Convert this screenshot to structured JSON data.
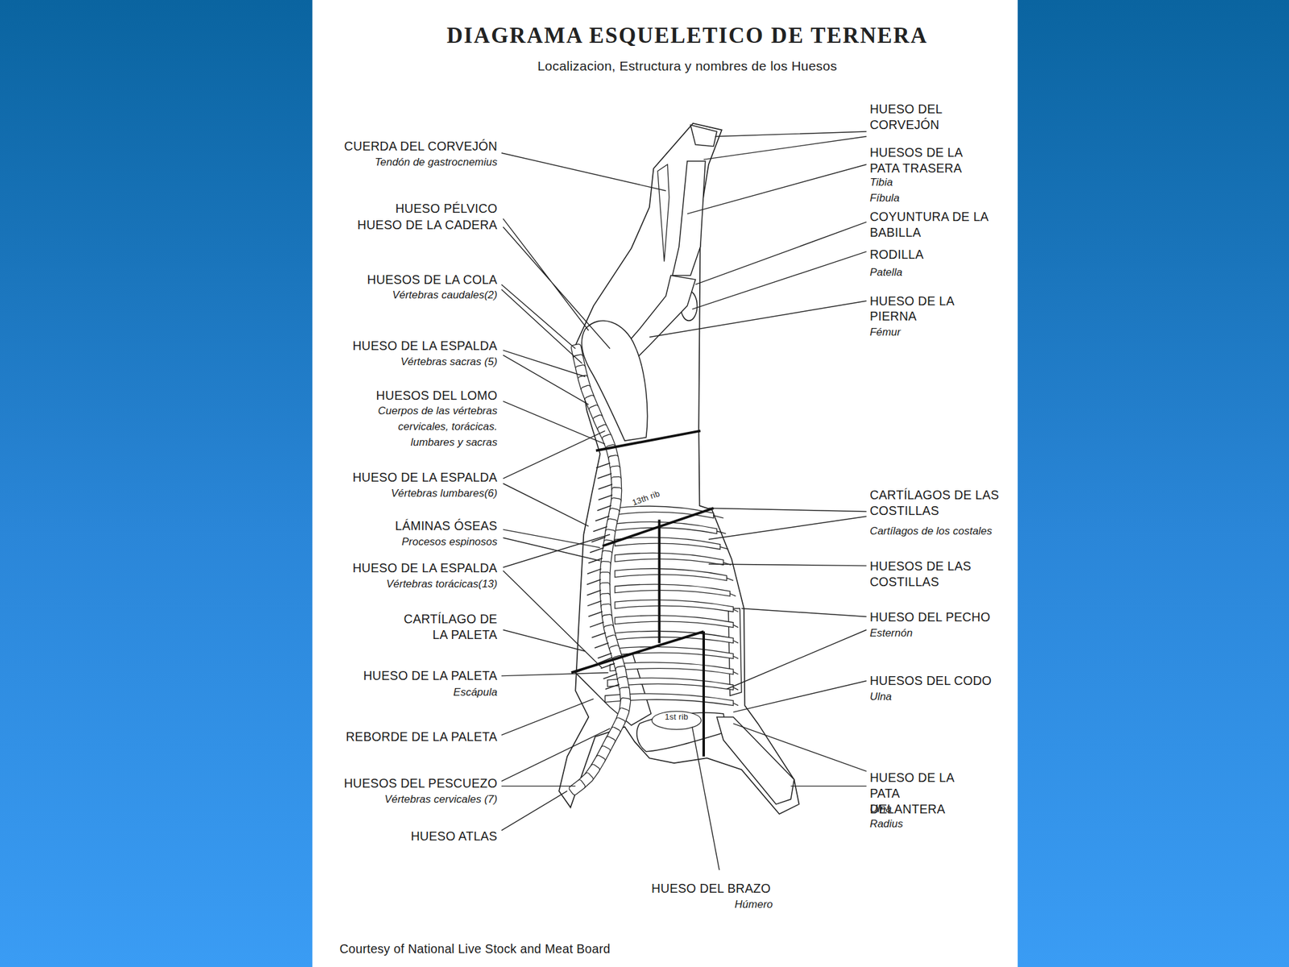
{
  "diagram": {
    "title": "DIAGRAMA ESQUELETICO DE TERNERA",
    "caption": "Courtesy of National Live Stock and Meat Board",
    "labels": [
      "Localizacion, Estructura y nombres de los Huesos",
      "CUERDA DEL CORVEJÓN",
      "Tendón de gastrocnemius",
      "HUESO PÉLVICO",
      "HUESO DE LA CADERA",
      "HUESOS DE LA COLA",
      "Vértebras caudales(2)",
      "HUESO DE LA ESPALDA",
      "Vértebras sacras (5)",
      "HUESOS DEL LOMO",
      "Cuerpos de las vértebras cervicales, torácicas. lumbares y sacras",
      "HUESO DE LA ESPALDA",
      "Vértebras lumbares(6)",
      "LÁMINAS ÓSEAS",
      "Procesos espinosos",
      "HUESO DE LA ESPALDA",
      "Vértebras torácicas(13)",
      "CARTÍLAGO DE LA PALETA",
      "HUESO DE LA PALETA",
      "Escápula",
      "REBORDE DE LA PALETA",
      "HUESOS DEL PESCUEZO",
      "Vértebras cervicales (7)",
      "HUESO ATLAS",
      "HUESO DEL CORVEJÓN",
      "HUESOS DE LA PATA TRASERA",
      "Tibia",
      "Fíbula",
      "COYUNTURA DE LA BABILLA",
      "RODILLA",
      "Patella",
      "HUESO DE LA PIERNA",
      "Fémur",
      "CARTÍLAGOS DE LAS COSTILLAS",
      "Cartílagos de los costales",
      "HUESOS DE LAS COSTILLAS",
      "HUESO DEL PECHO",
      "Esternón",
      "HUESOS DEL CODO",
      "Ulna",
      "HUESO DE LA PATA DELANTERA",
      "Ulna",
      "Radius",
      "HUESO DEL BRAZO",
      "Húmero",
      "13th rib",
      "1st rib"
    ]
  }
}
